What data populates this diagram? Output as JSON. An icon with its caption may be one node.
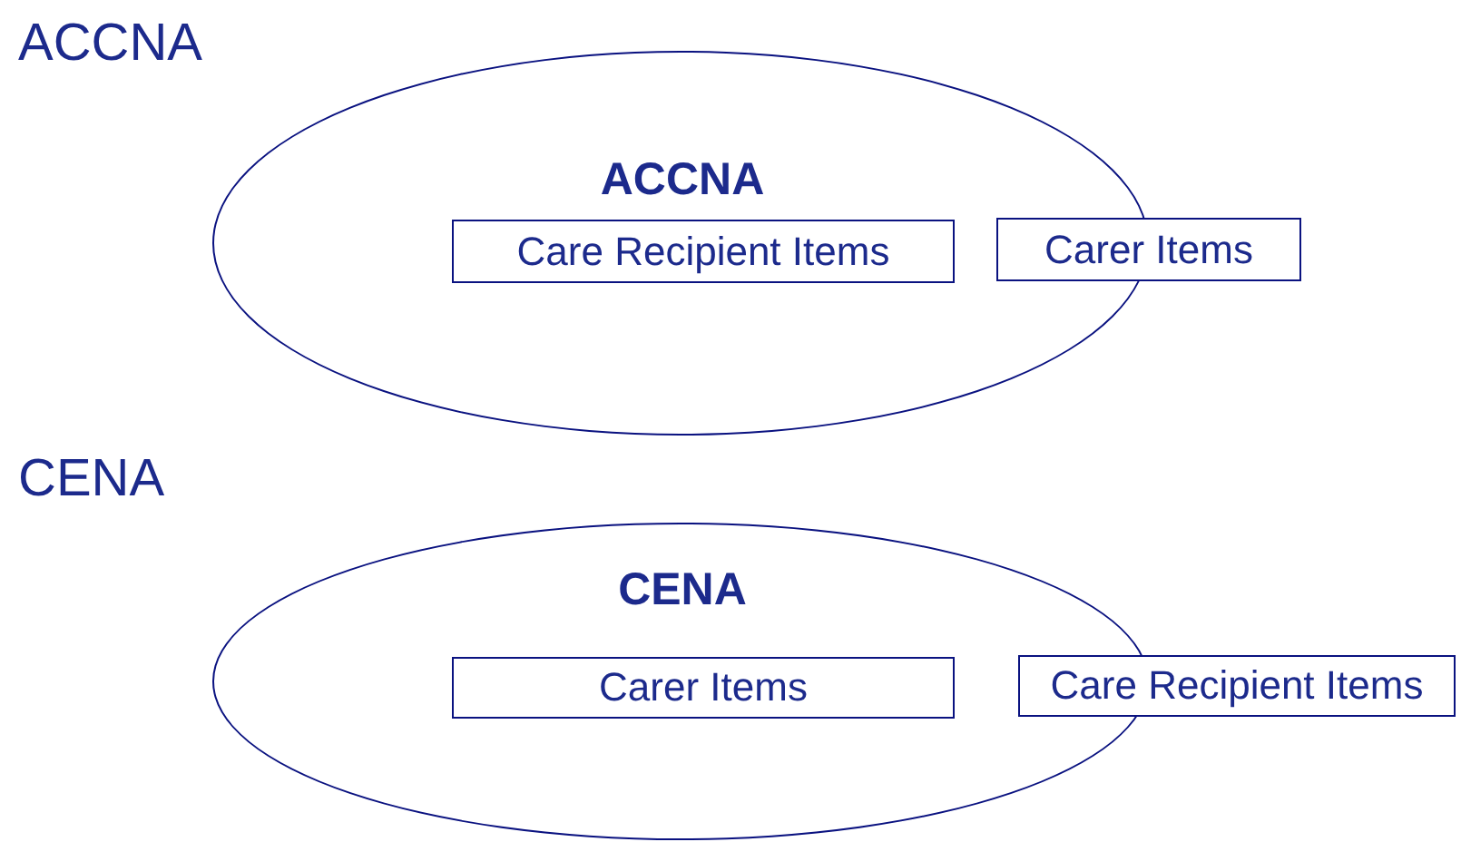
{
  "diagram": {
    "nodes": [
      {
        "text": [
          "ACCNA"
        ]
      },
      {
        "text": [
          "Care Recipient Items"
        ],
        "in": 0
      },
      {
        "text": [
          "Carer Items"
        ]
      },
      {
        "text": [
          "CENA"
        ]
      },
      {
        "text": [
          "Carer Items"
        ],
        "in": 3
      },
      {
        "text": [
          "Care Recipient Items"
        ]
      }
    ],
    "labels": [
      "ACCNA",
      "CENA"
    ]
  }
}
